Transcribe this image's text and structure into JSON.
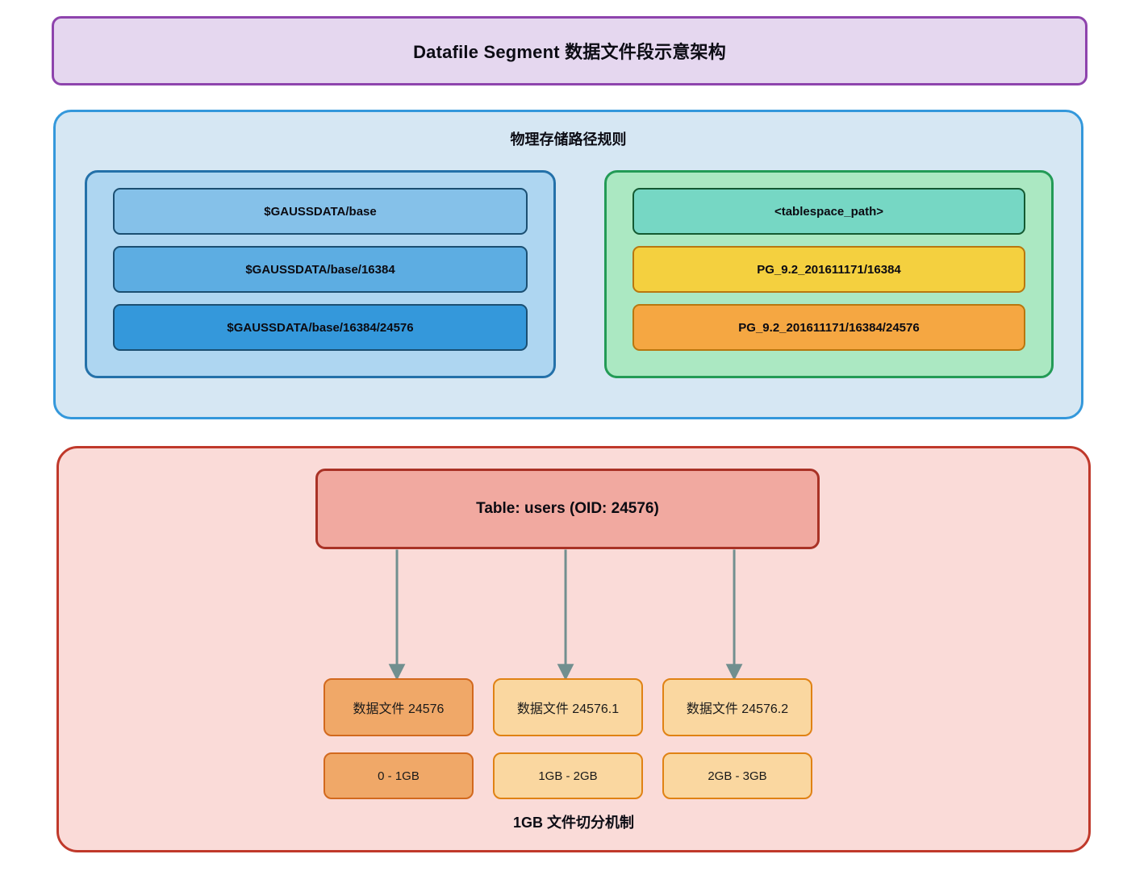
{
  "title": {
    "text": "Datafile Segment 数据文件段示意架构"
  },
  "storage": {
    "heading": "物理存储路径规则",
    "default_panel": {
      "name": "default-tablespace-paths",
      "boxes": [
        {
          "label": "$GAUSSDATA/base",
          "color": "#85c1e9"
        },
        {
          "label": "$GAUSSDATA/base/16384",
          "color": "#5dade2"
        },
        {
          "label": "$GAUSSDATA/base/16384/24576",
          "color": "#3498db"
        }
      ]
    },
    "tablespace_panel": {
      "name": "custom-tablespace-paths",
      "boxes": [
        {
          "label": "<tablespace_path>",
          "color": "#76d7c4"
        },
        {
          "label": "PG_9.2_201611171/16384",
          "color": "#f4d03f"
        },
        {
          "label": "PG_9.2_201611171/16384/24576",
          "color": "#f5a742"
        }
      ]
    }
  },
  "segment": {
    "table_label": "Table: users (OID: 24576)",
    "footer": "1GB 文件切分机制",
    "files": [
      {
        "name": "数据文件 24576",
        "range": "0 - 1GB",
        "fill": "#f0a868",
        "border": "#d2691e"
      },
      {
        "name": "数据文件 24576.1",
        "range": "1GB - 2GB",
        "fill": "#fad7a0",
        "border": "#e08214"
      },
      {
        "name": "数据文件 24576.2",
        "range": "2GB - 3GB",
        "fill": "#fad7a0",
        "border": "#e08214"
      }
    ]
  },
  "colors": {
    "title_border": "#8e44ad",
    "title_fill": "#e5d7ef",
    "storage_border": "#3498db",
    "storage_fill": "#d6e7f3",
    "default_panel_border": "#2471a9",
    "default_panel_fill": "#aed6f1",
    "tablespace_panel_border": "#239b56",
    "tablespace_panel_fill": "#abe8c2",
    "segment_border": "#c0392b",
    "segment_fill": "#fadbd8",
    "table_fill": "#f1a9a0",
    "table_border": "#a93226",
    "arrow": "#718f8f"
  }
}
